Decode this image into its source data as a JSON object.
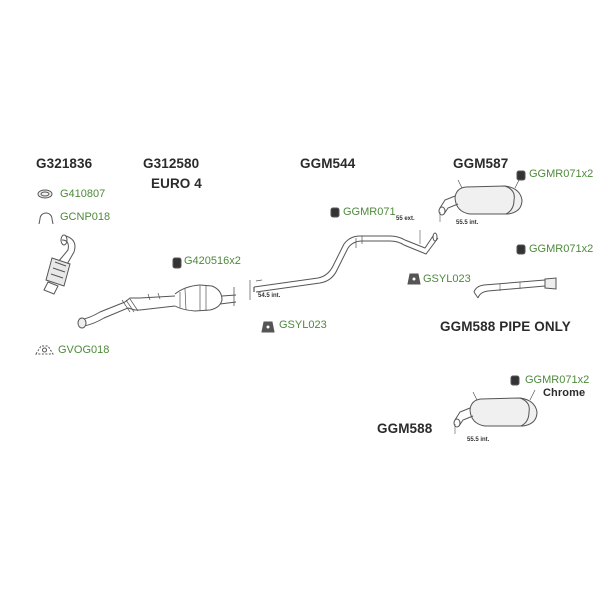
{
  "parts": {
    "g321836": "G321836",
    "g312580": "G312580",
    "euro": "EURO 4",
    "ggm544": "GGM544",
    "ggm587": "GGM587",
    "ggm588_pipe": "GGM588 PIPE ONLY",
    "ggm588": "GGM588",
    "chrome": "Chrome"
  },
  "accessories": {
    "g410807": "G410807",
    "gcnp018": "GCNP018",
    "gvog018": "GVOG018",
    "g420516": "G420516x2",
    "gsyl023_a": "GSYL023",
    "ggmr071_a": "GGMR071",
    "gsyl023_b": "GSYL023",
    "ggmr071x2_a": "GGMR071x2",
    "ggmr071x2_b": "GGMR071x2",
    "ggmr071x2_c": "GGMR071x2"
  },
  "dimensions": {
    "d1": "54.5 int.",
    "d2": "55 ext.",
    "d3": "55.5 int.",
    "d4": "55.5 int."
  },
  "colors": {
    "part_label": "#2b2b2b",
    "accessory_label": "#4d8a3a",
    "line": "#555555"
  }
}
